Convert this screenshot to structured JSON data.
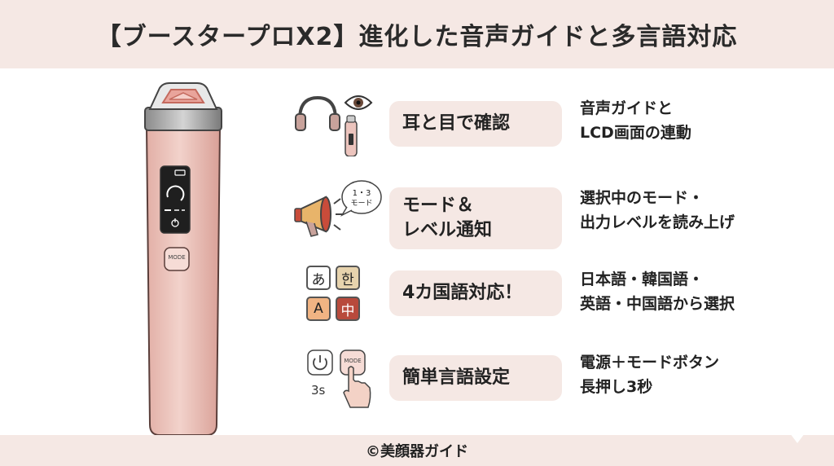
{
  "title": "【ブースタープロX2】進化した音声ガイドと多言語対応",
  "device": {
    "mode_button_label": "MODE"
  },
  "features": [
    {
      "heading": "耳と目で確認",
      "desc_line1": "音声ガイドと",
      "desc_line2": "LCD画面の連動",
      "icon": "headphones-eye-icon"
    },
    {
      "heading_line1": "モード＆",
      "heading_line2": "レベル通知",
      "desc_line1": "選択中のモード・",
      "desc_line2": "出力レベルを読み上げ",
      "icon": "megaphone-icon",
      "bubble_line1": "1・3",
      "bubble_line2": "モード"
    },
    {
      "heading": "4カ国語対応！",
      "desc_line1": "日本語・韓国語・",
      "desc_line2": "英語・中国語から選択",
      "icon": "language-chips-icon",
      "chips": [
        "あ",
        "한",
        "A",
        "中"
      ]
    },
    {
      "heading": "簡単言語設定",
      "desc_line1": "電源＋モードボタン",
      "desc_line2": "長押し3秒",
      "icon": "power-mode-press-icon",
      "mode_label": "MODE",
      "hold_time": "3s"
    }
  ],
  "footer": "©美顔器ガイド",
  "colors": {
    "band": "#f5e8e4",
    "device_body": "#ecc4bd",
    "accent_red": "#b84a3c",
    "chip_beige": "#e7d3ad"
  }
}
